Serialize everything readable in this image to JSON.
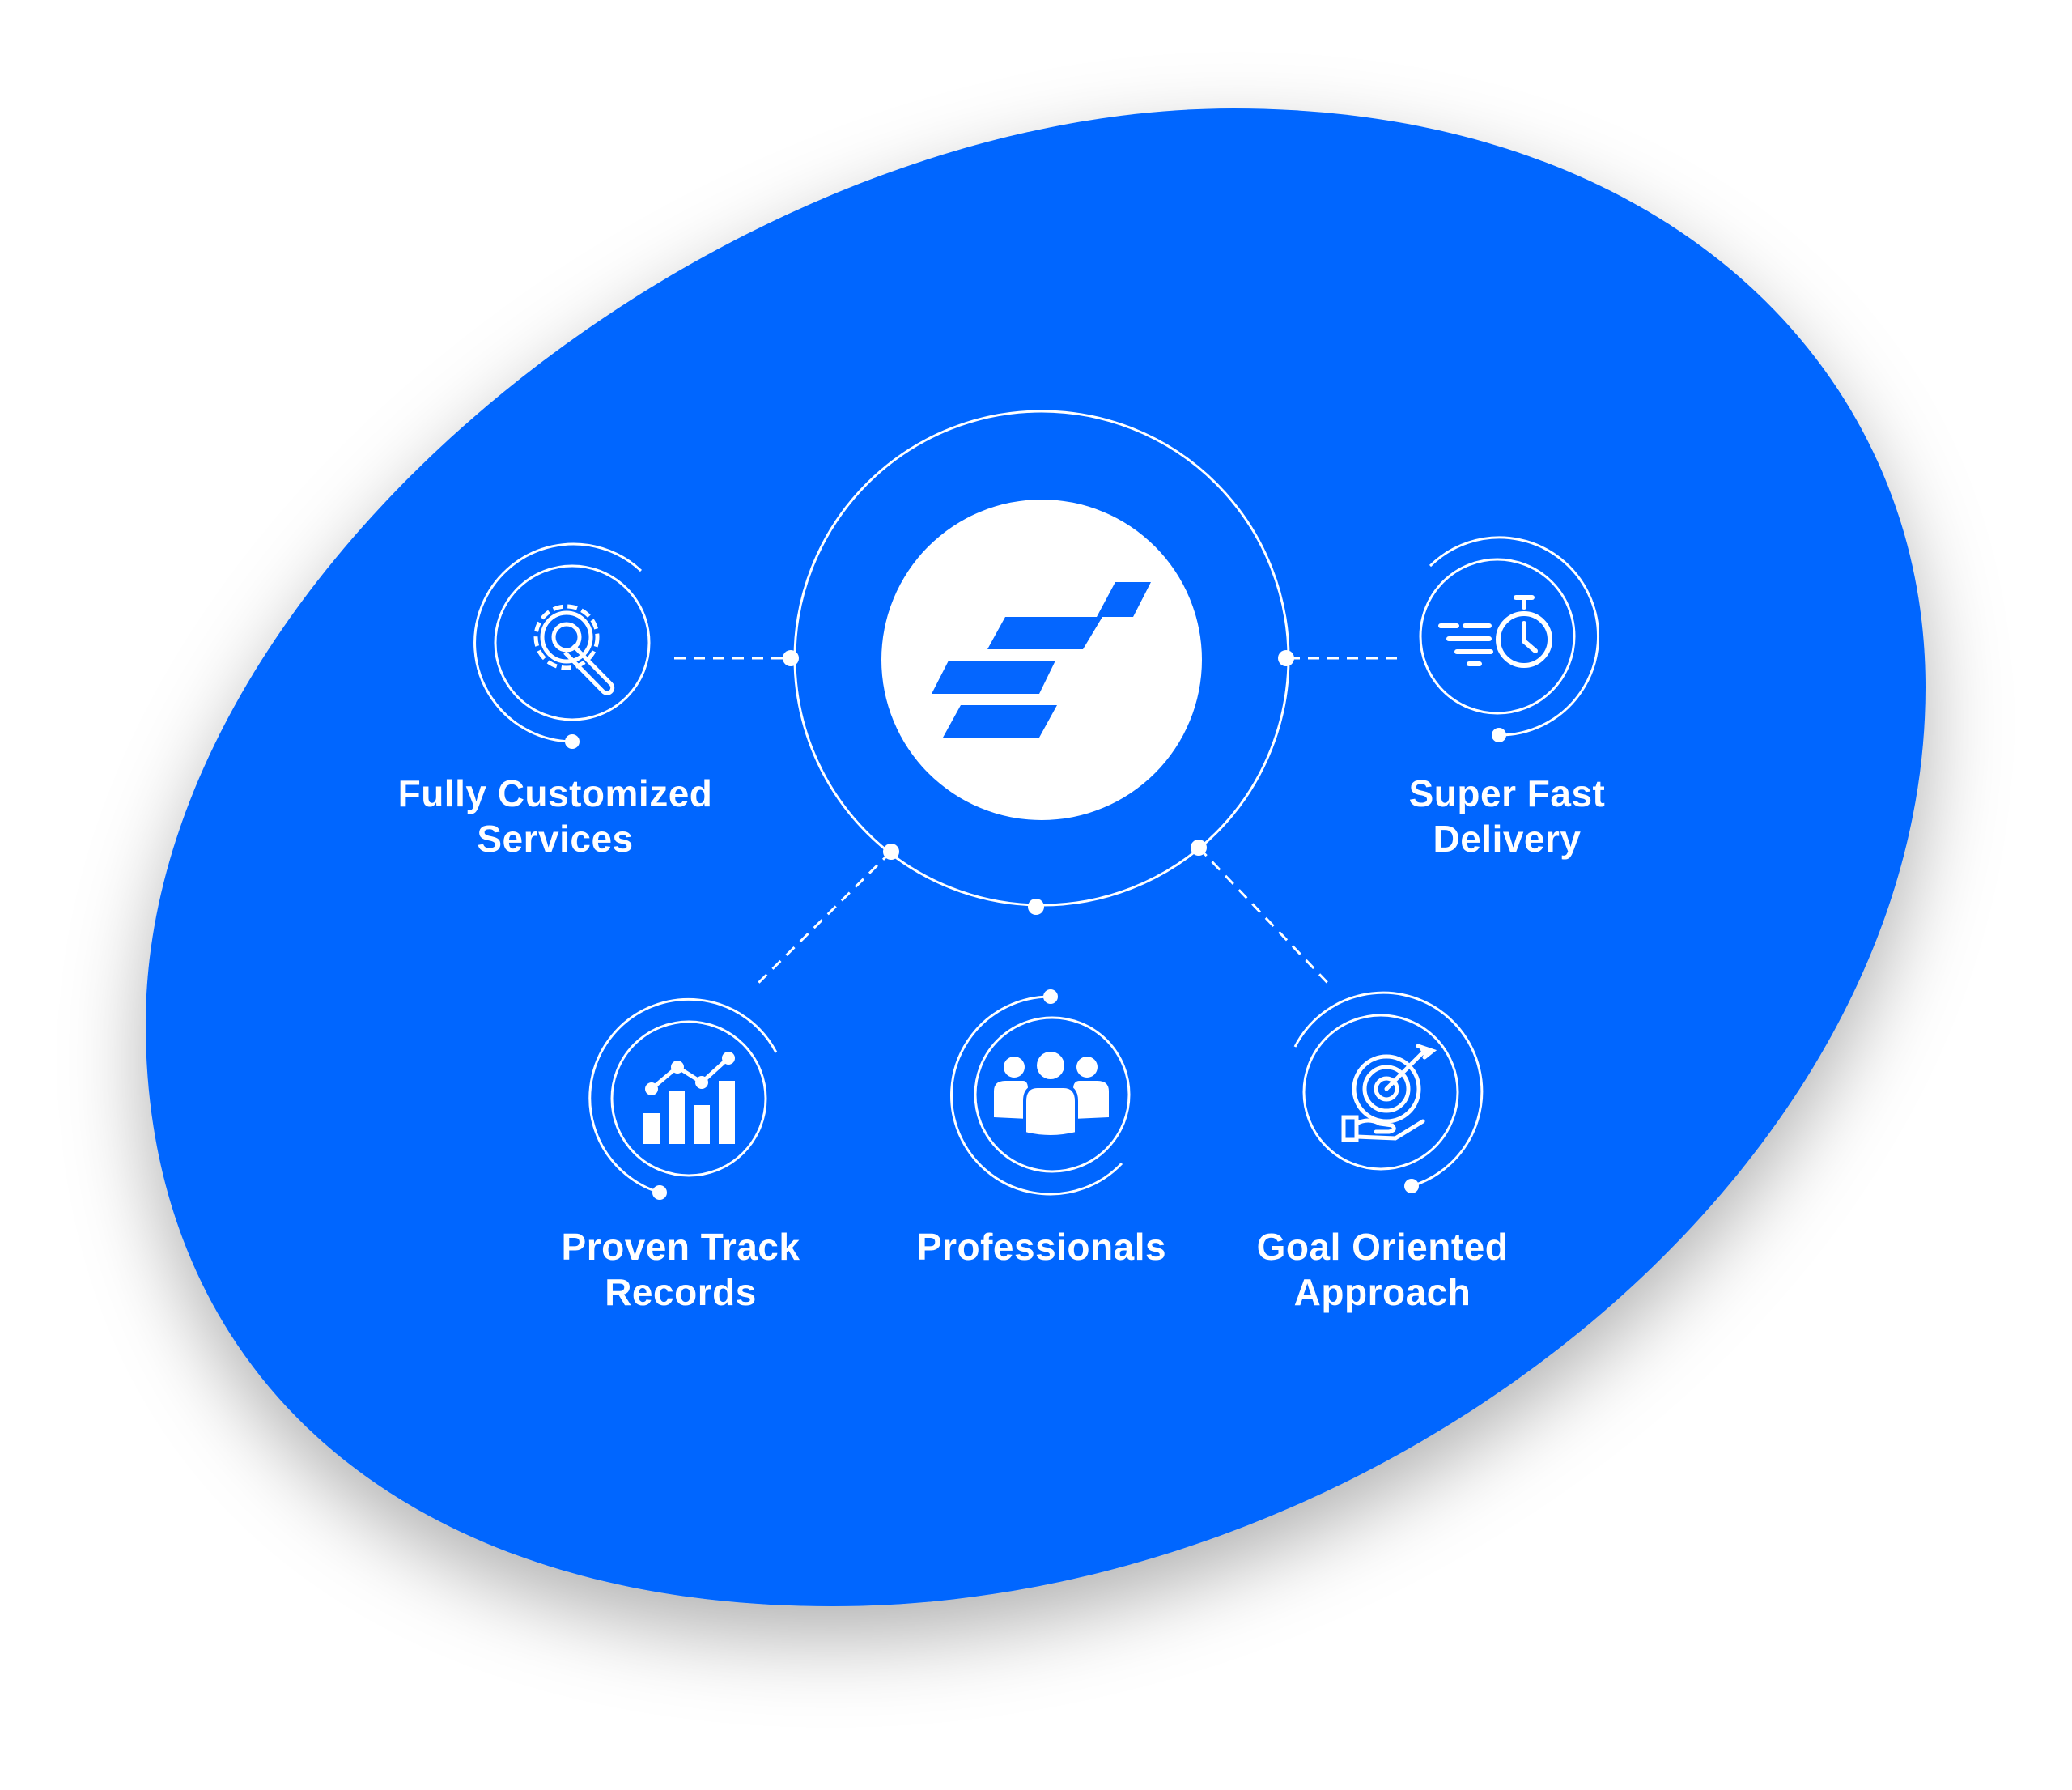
{
  "colors": {
    "background": "#ffffff",
    "blob": "#0466ff",
    "foreground": "#ffffff"
  },
  "center_logo": {
    "icon": "brand-logo-icon"
  },
  "features": [
    {
      "icon": "gear-wrench-icon",
      "line1": "Fully Customized",
      "line2": "Services"
    },
    {
      "icon": "stopwatch-fast-icon",
      "line1": "Super Fast",
      "line2": "Delivery"
    },
    {
      "icon": "bar-chart-trend-icon",
      "line1": "Proven Track",
      "line2": "Records"
    },
    {
      "icon": "team-people-icon",
      "line1": "Professionals",
      "line2": ""
    },
    {
      "icon": "target-hand-icon",
      "line1": "Goal Oriented",
      "line2": "Approach"
    }
  ]
}
